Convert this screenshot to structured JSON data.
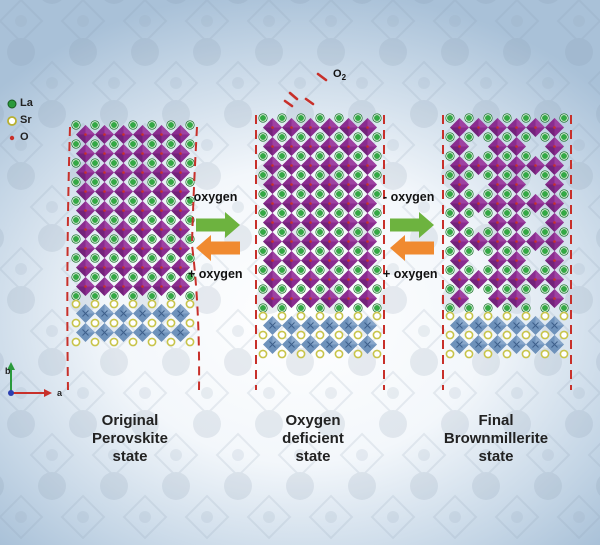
{
  "legend": [
    {
      "label": "La",
      "color": "#2a9a3c"
    },
    {
      "label": "Sr",
      "color": "#c8c44a"
    },
    {
      "label": "O",
      "color": "#c8302a"
    }
  ],
  "transitions": {
    "left": {
      "top": "- oxygen",
      "bottom": "+ oxygen"
    },
    "right": {
      "top": "- oxygen",
      "bottom": "+ oxygen"
    }
  },
  "states": [
    {
      "line1": "Original",
      "line2": "Perovskite",
      "line3": "state"
    },
    {
      "line1": "Oxygen",
      "line2": "deficient",
      "line3": "state"
    },
    {
      "line1": "Final",
      "line2": "Brownmillerite",
      "line3": "state"
    }
  ],
  "gas": {
    "symbol": "O",
    "subscript": "2"
  },
  "axes": {
    "b": "b",
    "a": "a"
  },
  "colors": {
    "octahedron": "#8a2c8f",
    "octahedron_light": "#a248a6",
    "substrate": "#6e92bb",
    "arrow_forward": "#6db33f",
    "arrow_backward": "#f08a30",
    "dash": "#c8302a"
  },
  "icons": [
    "right-arrow-icon",
    "left-arrow-icon",
    "axis-indicator-icon"
  ]
}
